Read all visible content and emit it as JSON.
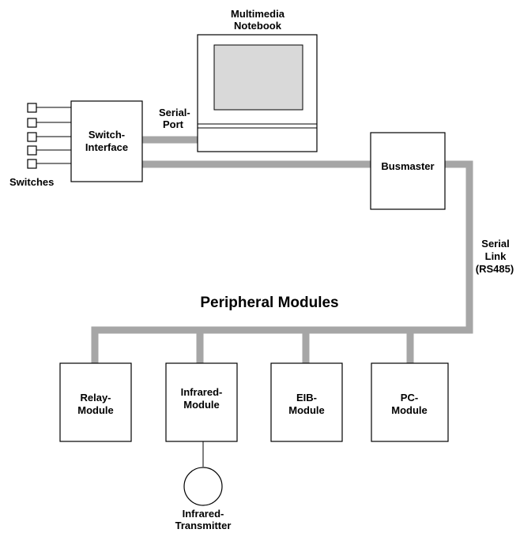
{
  "labels": {
    "notebook_line1": "Multimedia",
    "notebook_line2": "Notebook",
    "serial_port_line1": "Serial-",
    "serial_port_line2": "Port",
    "switch_interface_line1": "Switch-",
    "switch_interface_line2": "Interface",
    "switches": "Switches",
    "busmaster": "Busmaster",
    "serial_link_line1": "Serial",
    "serial_link_line2": "Link",
    "serial_link_line3": "(RS485)",
    "peripheral_modules": "Peripheral Modules",
    "relay_line1": "Relay-",
    "relay_line2": "Module",
    "infrared_line1": "Infrared-",
    "infrared_line2": "Module",
    "eib_line1": "EIB-",
    "eib_line2": "Module",
    "pc_line1": "PC-",
    "pc_line2": "Module",
    "transmitter_line1": "Infrared-",
    "transmitter_line2": "Transmitter"
  },
  "colors": {
    "bus": "#a6a6a6",
    "screen": "#d9d9d9",
    "line": "#000000",
    "background": "#ffffff"
  }
}
